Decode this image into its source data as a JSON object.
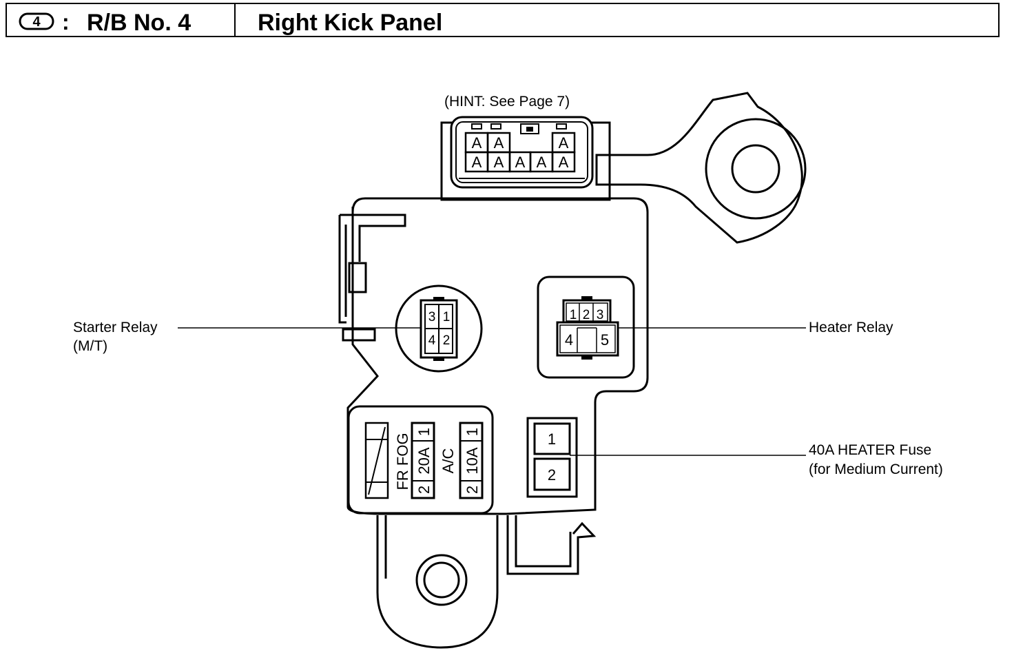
{
  "header": {
    "section_number": "4",
    "colon": ":",
    "block_name": "R/B No. 4",
    "location": "Right Kick Panel"
  },
  "connector": {
    "hint": "(HINT: See Page 7)",
    "top_row": [
      "A",
      "A",
      "A"
    ],
    "bottom_row": [
      "A",
      "A",
      "A",
      "A",
      "A"
    ]
  },
  "starter_relay": {
    "label_line1": "Starter Relay",
    "label_line2": "(M/T)",
    "pins": [
      "3",
      "1",
      "4",
      "2"
    ]
  },
  "heater_relay": {
    "label": "Heater Relay",
    "pins": [
      "1",
      "2",
      "3",
      "4",
      "5"
    ]
  },
  "fuses": {
    "fr_fog_name": "FR FOG",
    "fr_fog_rating": "20A",
    "ac_name": "A/C",
    "ac_rating": "10A",
    "terminal_1": "1",
    "terminal_2": "2"
  },
  "heater_fuse": {
    "label_line1": "40A HEATER Fuse",
    "label_line2": "(for Medium Current)",
    "pins": [
      "1",
      "2"
    ]
  }
}
